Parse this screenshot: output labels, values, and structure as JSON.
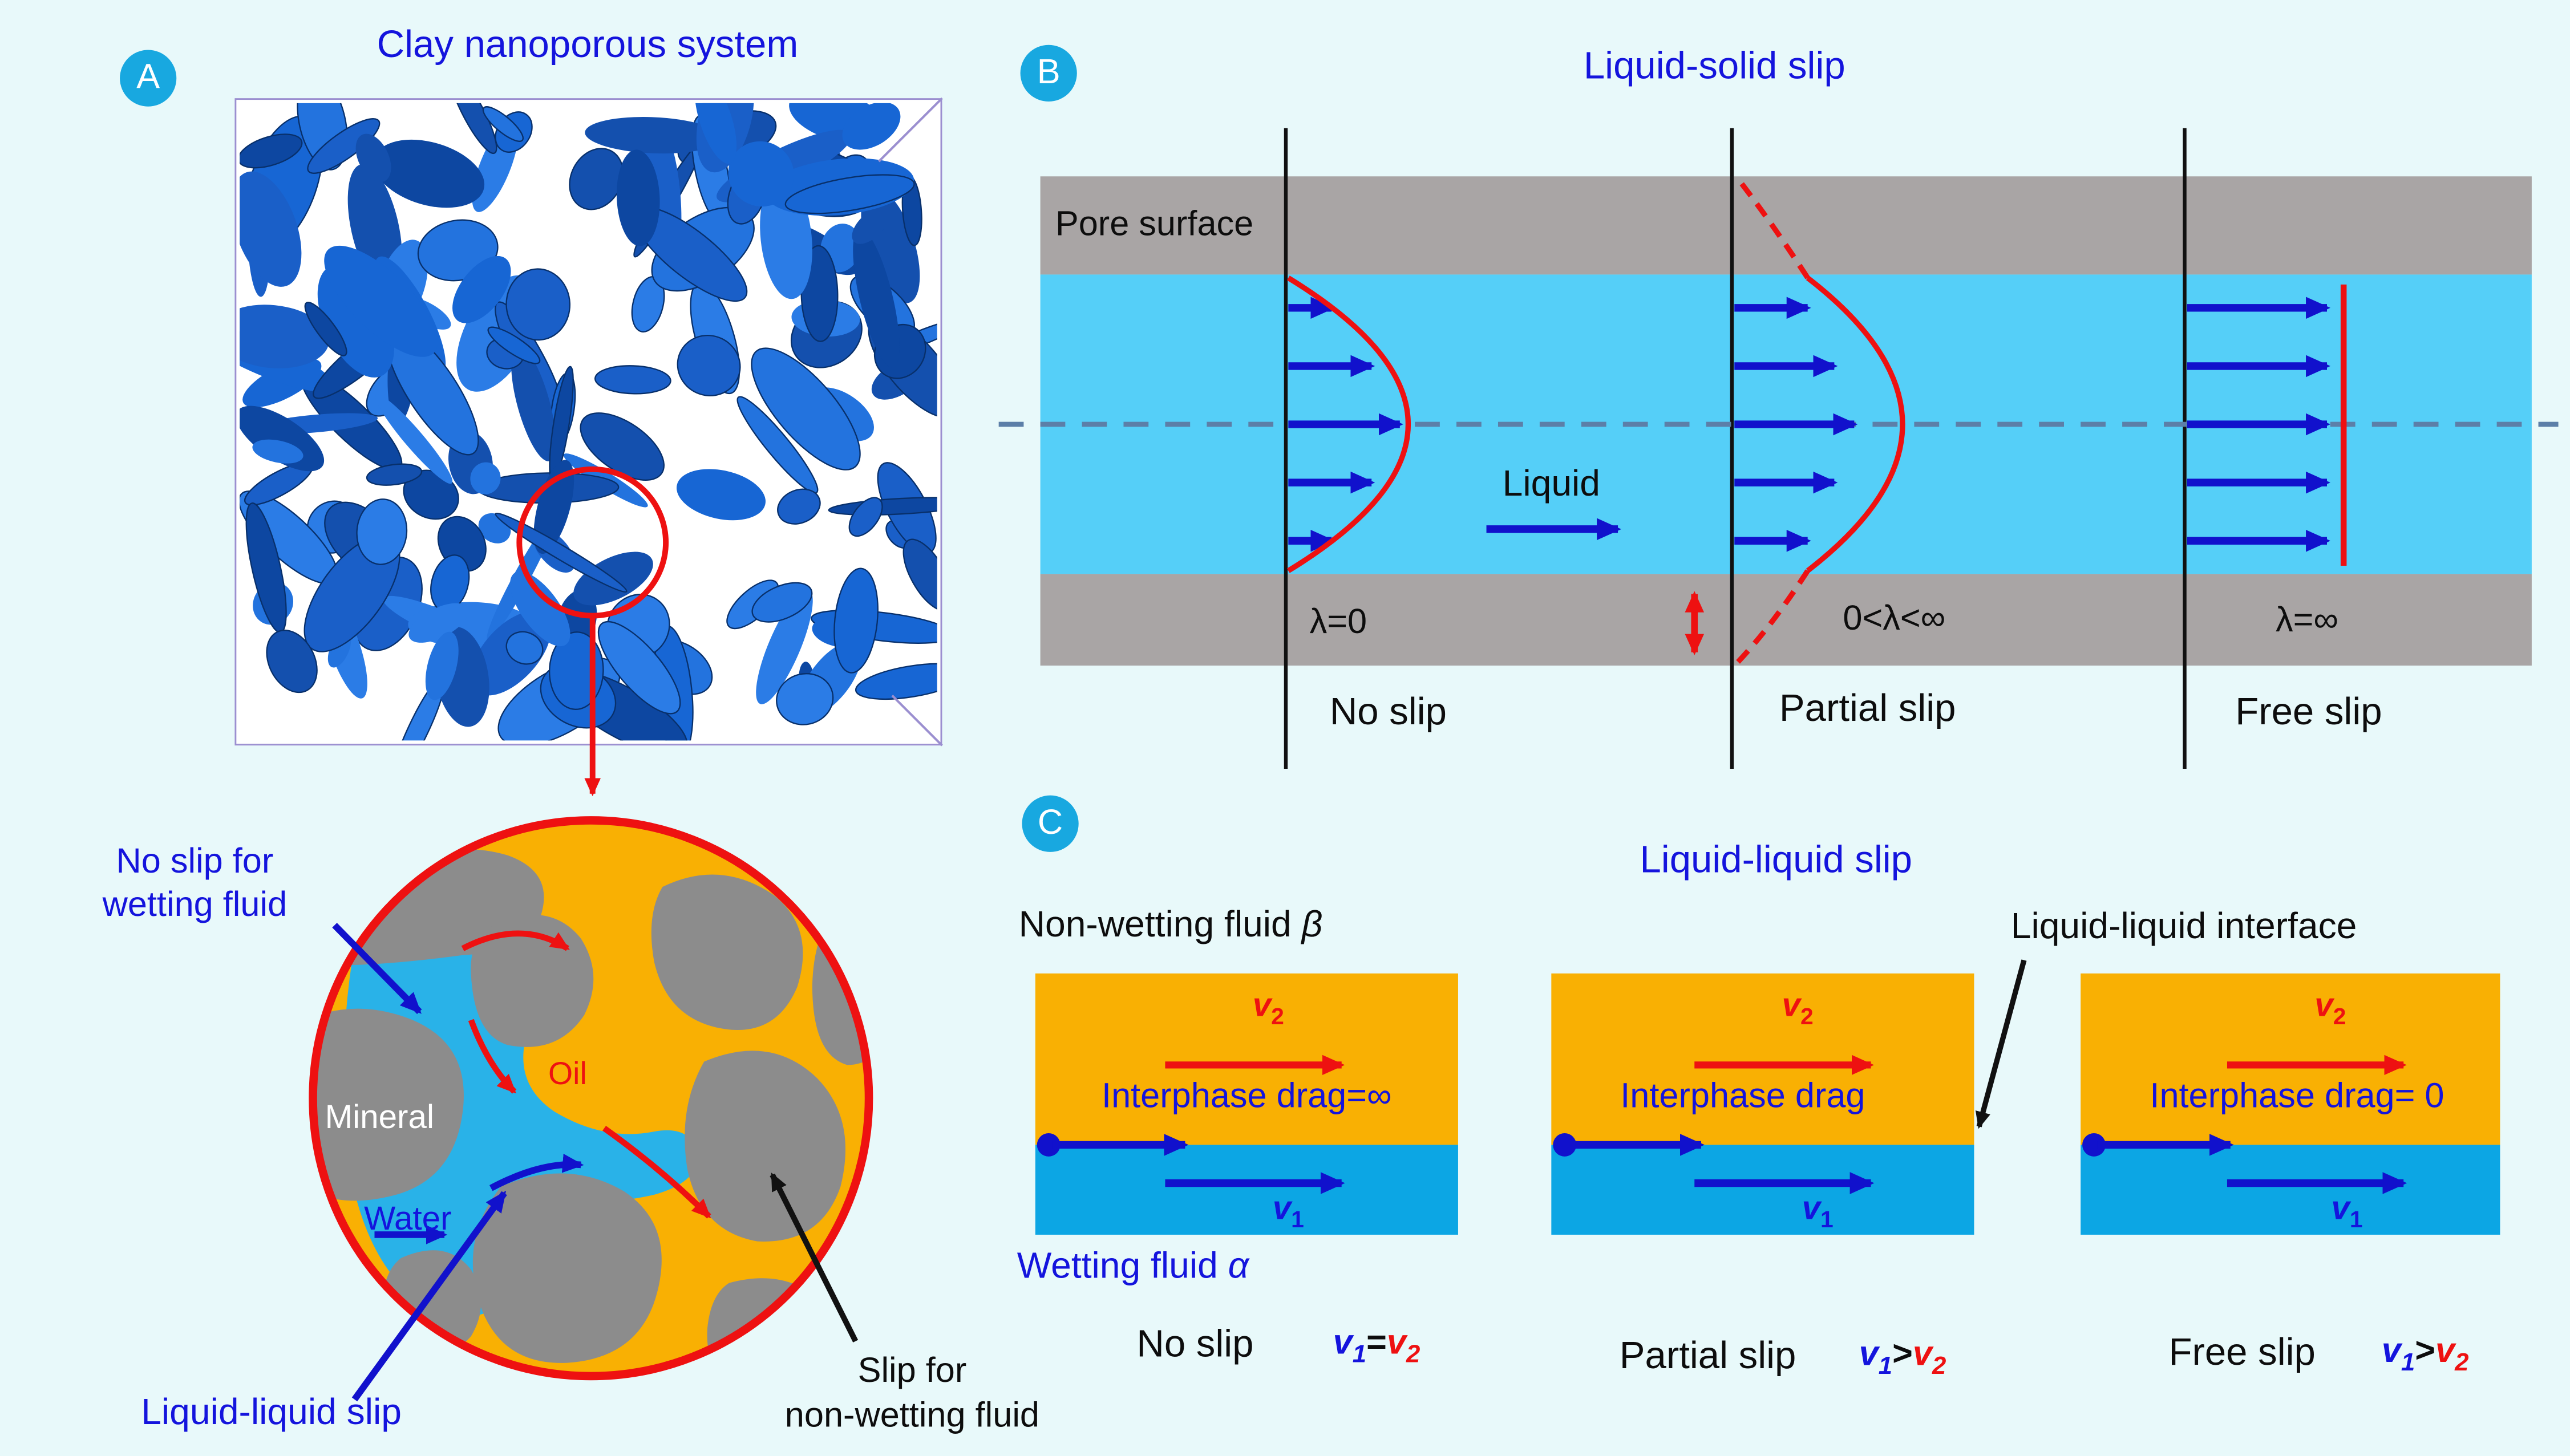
{
  "colors": {
    "background": "#e8f9fa",
    "badge": "#18a8e0",
    "title_blue": "#1414dd",
    "arrow_blue": "#1111cc",
    "red": "#ee1111",
    "pore_gray": "#a9a5a5",
    "mineral_gray": "#8c8c8c",
    "channel_cyan": "#55cff8",
    "water_cyan": "#29b2e8",
    "oil_orange": "#f9b003",
    "wetting_blue": "#0ca6e4"
  },
  "panel_a": {
    "badge": "A",
    "title": "Clay nanoporous system",
    "inset": {
      "mineral_label": "Mineral",
      "oil_label": "Oil",
      "water_label": "Water"
    },
    "annotations": {
      "no_slip_line1": "No slip for",
      "no_slip_line2": "wetting fluid",
      "liquid_liquid_slip": "Liquid-liquid slip",
      "slip_nonwetting_line1": "Slip for",
      "slip_nonwetting_line2": "non-wetting fluid"
    }
  },
  "panel_b": {
    "badge": "B",
    "title": "Liquid-solid slip",
    "pore_surface_label": "Pore surface",
    "liquid_label": "Liquid",
    "cases": [
      {
        "lambda_label": "λ=0",
        "name": "No slip"
      },
      {
        "lambda_label": "0<λ<∞",
        "name": "Partial slip"
      },
      {
        "lambda_label": "λ=∞",
        "name": "Free slip"
      }
    ]
  },
  "panel_c": {
    "badge": "C",
    "title": "Liquid-liquid slip",
    "nonwetting_text": "Non-wetting fluid ",
    "nonwetting_symbol": "β",
    "wetting_text": "Wetting fluid ",
    "wetting_symbol": "α",
    "interface_label": "Liquid-liquid interface",
    "diagrams": [
      {
        "drag": "Interphase drag=∞",
        "v": "v",
        "s1": "1",
        "s2": "2"
      },
      {
        "drag": "Interphase drag",
        "v": "v",
        "s1": "1",
        "s2": "2"
      },
      {
        "drag": "Interphase drag= 0",
        "v": "v",
        "s1": "1",
        "s2": "2"
      }
    ],
    "cases": [
      {
        "name": "No slip",
        "v": "v",
        "s1": "1",
        "s2": "2",
        "rel": "="
      },
      {
        "name": "Partial slip",
        "v": "v",
        "s1": "1",
        "s2": "2",
        "rel": ">"
      },
      {
        "name": "Free slip",
        "v": "v",
        "s1": "1",
        "s2": "2",
        "rel": ">"
      }
    ]
  }
}
